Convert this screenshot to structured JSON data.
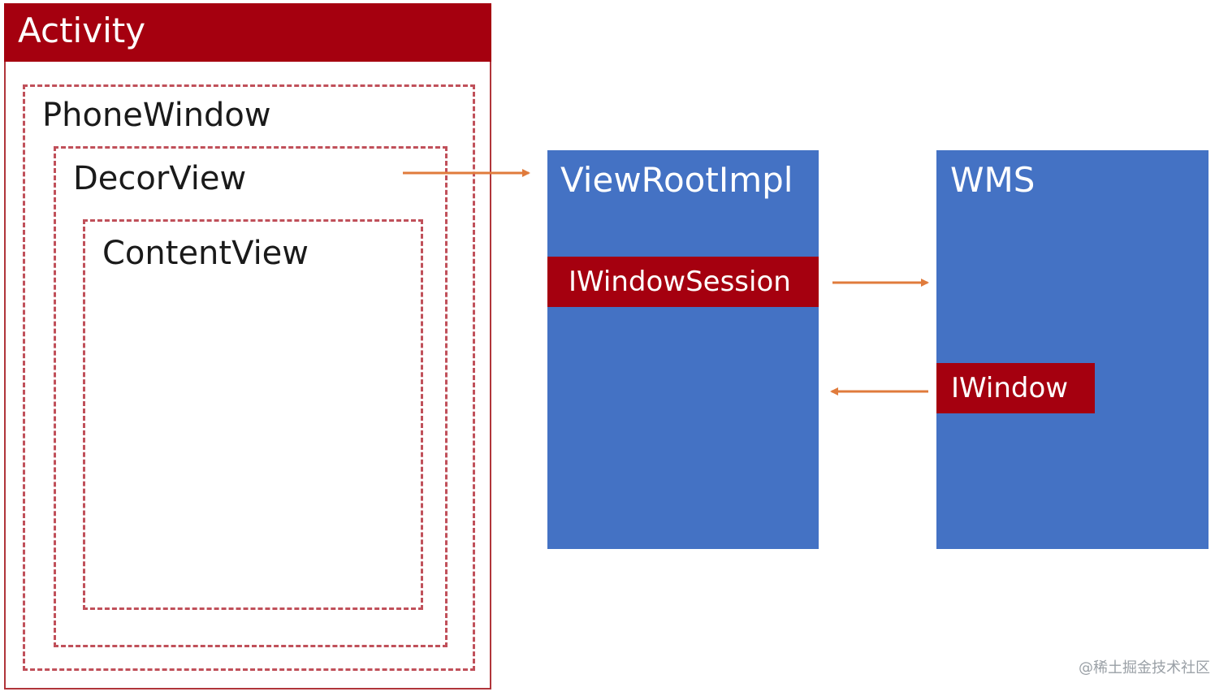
{
  "activity": {
    "title": "Activity"
  },
  "phone_window": {
    "label": "PhoneWindow"
  },
  "decor_view": {
    "label": "DecorView"
  },
  "content_view": {
    "label": "ContentView"
  },
  "view_root_impl": {
    "title": "ViewRootImpl",
    "tag": "IWindowSession"
  },
  "wms": {
    "title": "WMS",
    "tag": "IWindow"
  },
  "watermark": "@稀土掘金技术社区",
  "colors": {
    "accent_red": "#a5000f",
    "dashed_red": "#c0505a",
    "box_blue": "#4472c4",
    "arrow_orange": "#e07b3c"
  }
}
